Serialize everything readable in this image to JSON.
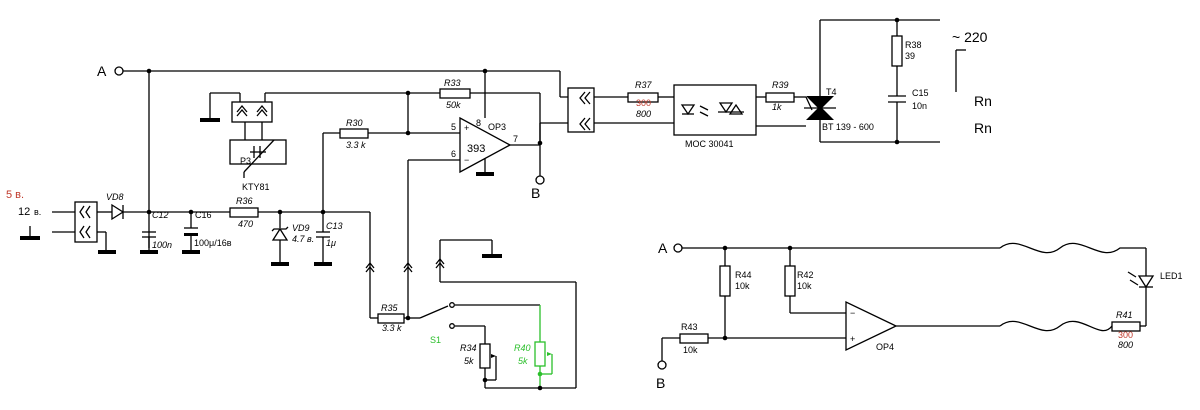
{
  "terminals": {
    "a": "A",
    "b": "B",
    "a2": "A",
    "b2": "B",
    "mains": "~ 220",
    "load1": "Rn",
    "load2": "Rn"
  },
  "supply": {
    "v5": "5 в.",
    "v12": "12",
    "v12_unit": "в."
  },
  "parts": {
    "vd8": "VD8",
    "c12": "C12",
    "c12_val": "100n",
    "c16": "C16",
    "c16_val": "100μ/16в",
    "r36": "R36",
    "r36_val": "470",
    "vd9": "VD9",
    "vd9_val": "4.7 в.",
    "c13": "C13",
    "c13_val": "1μ",
    "r30": "R30",
    "r30_val": "3.3 k",
    "p3": "P3",
    "kty": "KTY81",
    "r33": "R33",
    "r33_val": "50k",
    "op3": "OP3",
    "op3_chip": "393",
    "pin8": "8",
    "pin5": "5",
    "pin6": "6",
    "pin7": "7",
    "r37": "R37",
    "r37_red": "300",
    "r37_val": "800",
    "moc": "MOC 30041",
    "r39": "R39",
    "r39_val": "1k",
    "t4": "T4",
    "triac": "BT 139 - 600",
    "r38": "R38",
    "r38_val": "39",
    "c15": "C15",
    "c15_val": "10n",
    "r35": "R35",
    "r35_val": "3.3 k",
    "s1": "S1",
    "r34": "R34",
    "r34_val": "5k",
    "r40": "R40",
    "r40_val": "5k",
    "r44": "R44",
    "r44_val": "10k",
    "r42": "R42",
    "r42_val": "10k",
    "r43": "R43",
    "r43_val": "10k",
    "op4": "OP4",
    "minus": "−",
    "plus": "+",
    "plus3": "+",
    "minus3": "−",
    "led1": "LED1",
    "r41": "R41",
    "r41_red": "300",
    "r41_val": "800"
  }
}
